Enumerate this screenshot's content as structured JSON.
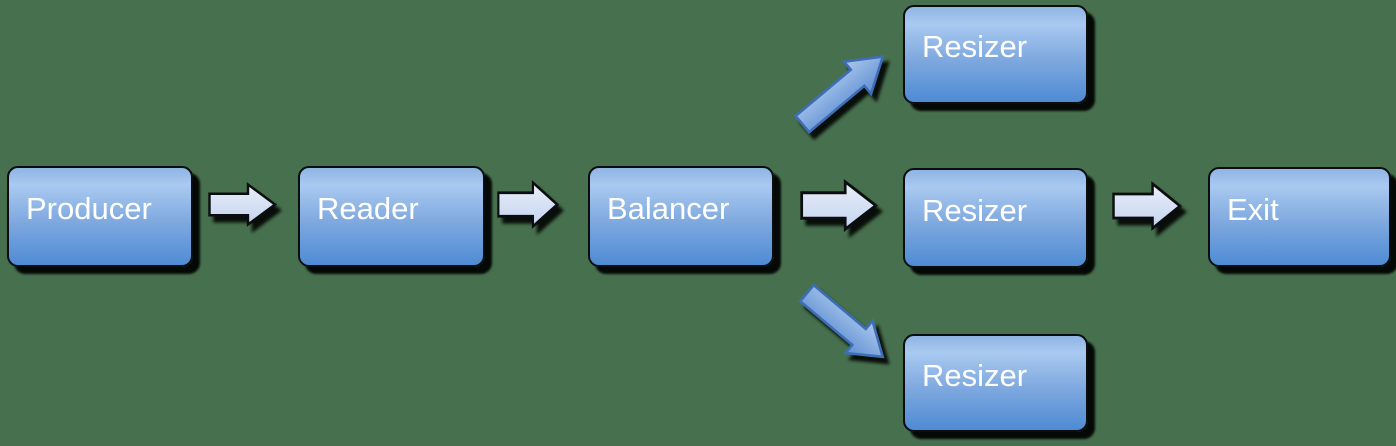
{
  "diagram": {
    "type": "flowchart",
    "direction": "left-to-right",
    "nodes": [
      {
        "id": "producer",
        "label": "Producer"
      },
      {
        "id": "reader",
        "label": "Reader"
      },
      {
        "id": "balancer",
        "label": "Balancer"
      },
      {
        "id": "resizer_top",
        "label": "Resizer"
      },
      {
        "id": "resizer_middle",
        "label": "Resizer"
      },
      {
        "id": "resizer_bottom",
        "label": "Resizer"
      },
      {
        "id": "exit",
        "label": "Exit"
      }
    ],
    "edges": [
      {
        "from": "producer",
        "to": "reader",
        "direction": "right"
      },
      {
        "from": "reader",
        "to": "balancer",
        "direction": "right"
      },
      {
        "from": "balancer",
        "to": "resizer_top",
        "direction": "up-right"
      },
      {
        "from": "balancer",
        "to": "resizer_middle",
        "direction": "right"
      },
      {
        "from": "balancer",
        "to": "resizer_bottom",
        "direction": "down-right"
      },
      {
        "from": "resizer_middle",
        "to": "exit",
        "direction": "right"
      }
    ]
  },
  "colors": {
    "background": "#47714E",
    "node_fill_edge": "#8FB5E4",
    "node_fill_top": "#A9C9F0",
    "node_fill_mid": "#7FA9DF",
    "node_fill_bottom": "#4E8BD4",
    "node_border": "#0B0D10",
    "node_text": "#FFFFFF",
    "flow_arrow_fill_top": "#EAEFFA",
    "flow_arrow_fill_bottom": "#C3D3EE",
    "flow_arrow_border": "#0B0D10",
    "branch_arrow_fill_top": "#ABC8EC",
    "branch_arrow_fill_bottom": "#5F8FD3",
    "branch_arrow_border": "#3E6EB5",
    "shadow": "#000000"
  }
}
